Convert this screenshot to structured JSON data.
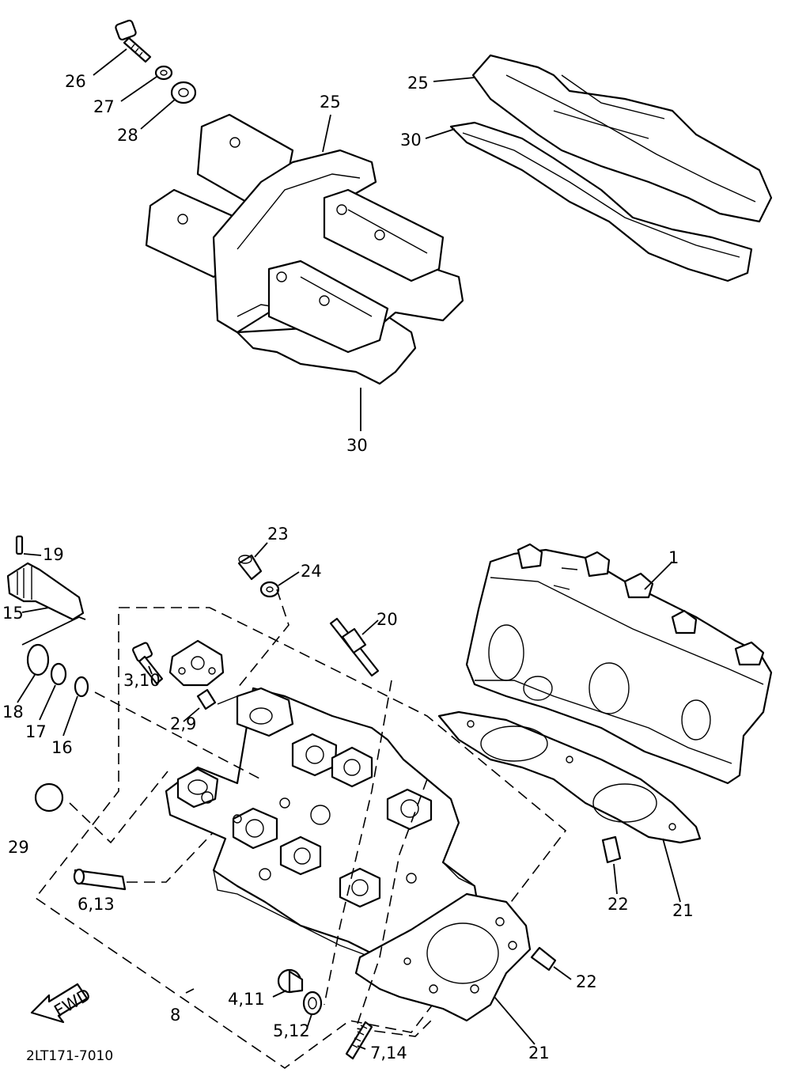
{
  "diagram": {
    "code": "2LT171-7010",
    "fwd_label": "FWD",
    "callouts": {
      "c26": "26",
      "c27": "27",
      "c28": "28",
      "c25a": "25",
      "c25b": "25",
      "c30a": "30",
      "c30b": "30",
      "c19": "19",
      "c15": "15",
      "c23": "23",
      "c24": "24",
      "c20": "20",
      "c1": "1",
      "c3_10": "3,10",
      "c2_9": "2,9",
      "c18": "18",
      "c17": "17",
      "c16": "16",
      "c29": "29",
      "c6_13": "6,13",
      "c22a": "22",
      "c21a": "21",
      "c22b": "22",
      "c21b": "21",
      "c4_11": "4,11",
      "c5_12": "5,12",
      "c7_14": "7,14",
      "c8": "8"
    }
  }
}
